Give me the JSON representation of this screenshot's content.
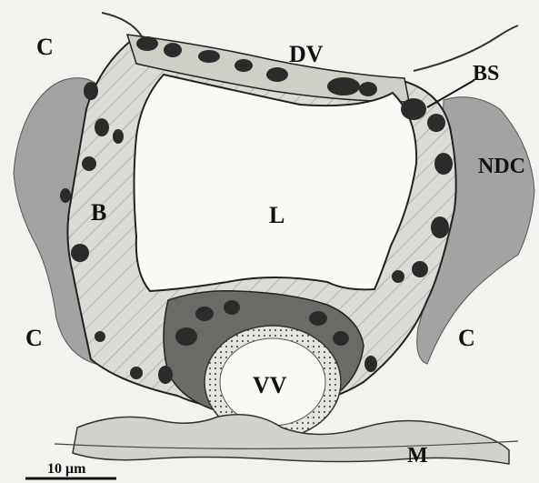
{
  "labels": {
    "c_top_left": "C",
    "dv": "DV",
    "bs": "BS",
    "ndc": "NDC",
    "b": "B",
    "l": "L",
    "c_left": "C",
    "c_right": "C",
    "vv": "VV",
    "m": "M"
  },
  "scale_bar": {
    "label": "10 μm"
  },
  "colors": {
    "background": "#f2f2ee",
    "ndc_fill": "#a3a3a3",
    "wall_fill": "#dcdcd6",
    "cell_fill": "#2b2b2b",
    "outline": "#222222"
  }
}
